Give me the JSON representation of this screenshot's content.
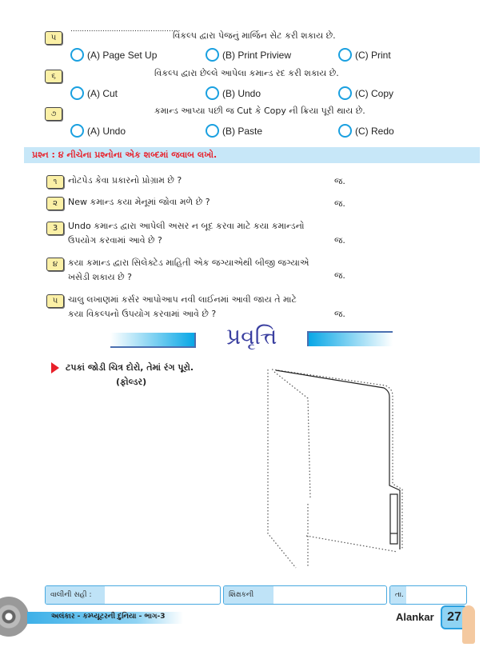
{
  "mcq": [
    {
      "num": "૫",
      "blank": "................................................",
      "text": "વિકલ્પ દ્વારા પેજનું માર્જિન સેટ કરી શકાય છે.",
      "options": [
        "(A) Page Set Up",
        "(B)  Print Priview",
        "(C) Print"
      ]
    },
    {
      "num": "૬",
      "text": "વિકલ્પ દ્વારા છેલ્લે આપેલા કમાન્ડ રદ કરી શકાય છે.",
      "options": [
        "(A) Cut",
        "(B) Undo",
        "(C) Copy"
      ]
    },
    {
      "num": "૭",
      "text": "કમાન્ડ આપ્યા પછી જ Cut કે Copy ની ક્રિયા પૂરી થાય છે.",
      "options": [
        "(A) Undo",
        "(B) Paste",
        "(C)  Redo"
      ]
    }
  ],
  "section4": {
    "title": "પ્રશ્ન : ૪  નીચેના પ્રશ્નોના એક શબ્દમાં જવાબ લખો.",
    "answer_label": "જ.",
    "questions": [
      {
        "num": "૧",
        "lines": [
          "નોટપેડ કેવા પ્રકારનો પ્રોગ્રામ છે ?"
        ]
      },
      {
        "num": "૨",
        "lines": [
          "New કમાન્ડ કયા મેનૂમાં જોવા મળે છે ?"
        ]
      },
      {
        "num": "3",
        "lines": [
          "Undo કમાન્ડ દ્વારા આપેલી અસર ન બૂદ કરવા માટે કયા કમાન્ડનો",
          "ઉપયોગ કરવામાં આવે છે ?"
        ]
      },
      {
        "num": "૪",
        "lines": [
          "કયા કમાન્ડ દ્વારા સિલેક્ટેડ માહિતી એક જગ્યાએથી બીજી જગ્યાએ",
          "ખસેડી શકાય છે ?"
        ]
      },
      {
        "num": "૫",
        "lines": [
          "ચાલુ લખાણમાં કર્સર આપોઆપ નવી લાઈનમાં આવી જાય તે માટે",
          "કયા વિકલ્પનો ઉપયોગ કરવામાં આવે છે ?"
        ]
      }
    ]
  },
  "activity": {
    "title": "પ્રવૃત્તિ",
    "instruction": "ટપકાં જોડી ચિત્ર દોરો, તેમાં રંગ પૂરો.",
    "subject": "(ફોલ્ડર)"
  },
  "footer": {
    "parent_sign": "વાલીની સહી :",
    "teacher_sign": "શિક્ષકની સહી :",
    "date": "તા. :",
    "book": "અલંકાર - કમ્પ્યૂટરની દુનિયા - ભાગ-3",
    "brand": "Alankar",
    "page": "27"
  },
  "colors": {
    "accent": "#1aa0e0",
    "band": "#c7e7f8",
    "red": "#e8202a",
    "title": "#3a3fa0"
  }
}
